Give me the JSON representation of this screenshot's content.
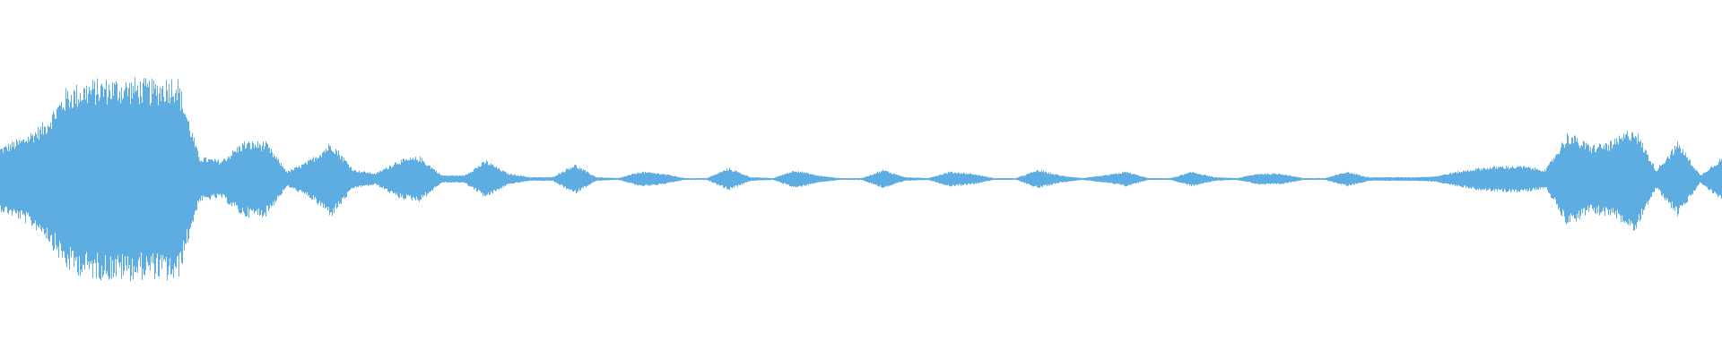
{
  "chart_data": {
    "type": "area",
    "title": "",
    "xlabel": "",
    "ylabel": "",
    "description_mode": "symmetric-waveform",
    "ylim": [
      -1,
      1
    ],
    "grid": false,
    "color": "#5DACE2",
    "amplitude_envelope": [
      0.17,
      0.22,
      0.3,
      0.48,
      0.52,
      0.53,
      0.53,
      0.52,
      0.55,
      0.12,
      0.1,
      0.2,
      0.2,
      0.04,
      0.1,
      0.2,
      0.05,
      0.03,
      0.1,
      0.12,
      0.02,
      0.02,
      0.1,
      0.03,
      0.01,
      0.01,
      0.08,
      0.01,
      0.005,
      0.04,
      0.03,
      0.005,
      0.005,
      0.06,
      0.01,
      0.005,
      0.05,
      0.02,
      0.005,
      0.005,
      0.05,
      0.01,
      0.005,
      0.04,
      0.03,
      0.005,
      0.005,
      0.05,
      0.02,
      0.005,
      0.02,
      0.04,
      0.005,
      0.005,
      0.04,
      0.01,
      0.005,
      0.03,
      0.03,
      0.005,
      0.005,
      0.04,
      0.01,
      0.01,
      0.01,
      0.015,
      0.04,
      0.06,
      0.07,
      0.07,
      0.05,
      0.25,
      0.18,
      0.2,
      0.28,
      0.05,
      0.2,
      0.02,
      0.12
    ]
  }
}
